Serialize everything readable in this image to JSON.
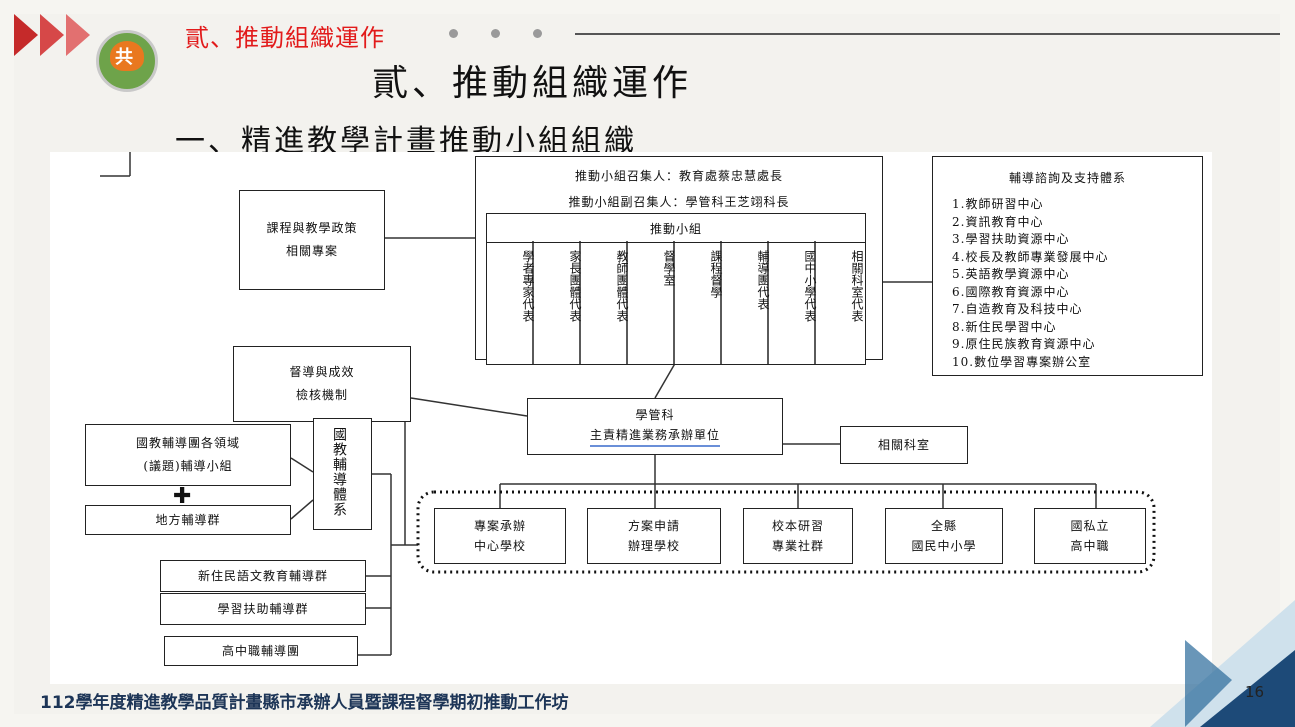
{
  "slide": {
    "header_label": "貳、推動組織運作",
    "title": "貳、推動組織運作",
    "subtitle": "一、精進教學計畫推動小組組織",
    "footer": "112學年度精進教學品質計畫縣市承辦人員暨課程督學期初推動工作坊",
    "page_number": "16",
    "logo_mark": "共"
  },
  "diagram": {
    "convener": "推動小組召集人：教育處蔡忠慧處長",
    "vice_convener": "推動小組副召集人：學管科王芝翊科長",
    "group_title": "推動小組",
    "members": [
      "學者專家代表",
      "家長團體代表",
      "教師團體代表",
      "督學室",
      "課程督學",
      "輔導團代表",
      "國中小學代表",
      "相關科室代表"
    ],
    "policy_box": [
      "課程與教學政策",
      "相關專案"
    ],
    "supervision_box": [
      "督導與成效",
      "檢核機制"
    ],
    "support_title": "輔導諮詢及支持體系",
    "support_items": [
      "1.教師研習中心",
      "2.資訊教育中心",
      "3.學習扶助資源中心",
      "4.校長及教師專業發展中心",
      "5.英語教學資源中心",
      "6.國際教育資源中心",
      "7.自造教育及科技中心",
      "8.新住民學習中心",
      "9.原住民族教育資源中心",
      "10.數位學習專案辦公室"
    ],
    "central_unit": [
      "學管科",
      "主責精進業務承辦單位"
    ],
    "related_office": "相關科室",
    "counseling_domain": [
      "國教輔導團各領域",
      "(議題)輔導小組"
    ],
    "plus_sign": "✚",
    "local_group": "地方輔導群",
    "counseling_system": "國教輔導體系",
    "new_immigrant_group": "新住民語文教育輔導群",
    "learning_support_group": "學習扶助輔導群",
    "high_school_group": "高中職輔導團",
    "schools": [
      [
        "專案承辦",
        "中心學校"
      ],
      [
        "方案申請",
        "辦理學校"
      ],
      [
        "校本研習",
        "專業社群"
      ],
      [
        "全縣",
        "國民中小學"
      ],
      [
        "國私立",
        "高中職"
      ]
    ]
  }
}
